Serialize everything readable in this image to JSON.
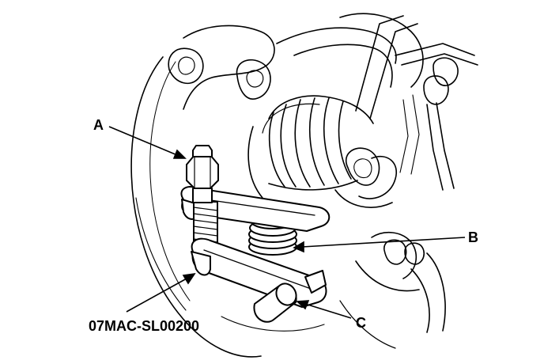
{
  "callouts": {
    "a": "A",
    "b": "B",
    "c": "C",
    "tool": "07MAC-SL00200"
  },
  "colors": {
    "line": "#000000",
    "background": "#ffffff"
  }
}
